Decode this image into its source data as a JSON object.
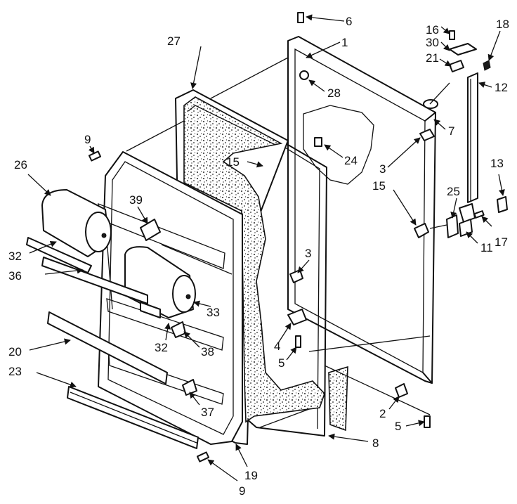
{
  "callouts": [
    {
      "id": "c1",
      "text": "1"
    },
    {
      "id": "c2",
      "text": "2"
    },
    {
      "id": "c3a",
      "text": "3"
    },
    {
      "id": "c3b",
      "text": "3"
    },
    {
      "id": "c4",
      "text": "4"
    },
    {
      "id": "c5a",
      "text": "5"
    },
    {
      "id": "c5b",
      "text": "5"
    },
    {
      "id": "c6",
      "text": "6"
    },
    {
      "id": "c7",
      "text": "7"
    },
    {
      "id": "c8",
      "text": "8"
    },
    {
      "id": "c9a",
      "text": "9"
    },
    {
      "id": "c9b",
      "text": "9"
    },
    {
      "id": "c11",
      "text": "11"
    },
    {
      "id": "c12",
      "text": "12"
    },
    {
      "id": "c13",
      "text": "13"
    },
    {
      "id": "c15a",
      "text": "15"
    },
    {
      "id": "c15b",
      "text": "15"
    },
    {
      "id": "c16",
      "text": "16"
    },
    {
      "id": "c17",
      "text": "17"
    },
    {
      "id": "c18",
      "text": "18"
    },
    {
      "id": "c19",
      "text": "19"
    },
    {
      "id": "c20",
      "text": "20"
    },
    {
      "id": "c21",
      "text": "21"
    },
    {
      "id": "c23",
      "text": "23"
    },
    {
      "id": "c24",
      "text": "24"
    },
    {
      "id": "c25",
      "text": "25"
    },
    {
      "id": "c26",
      "text": "26"
    },
    {
      "id": "c27",
      "text": "27"
    },
    {
      "id": "c28",
      "text": "28"
    },
    {
      "id": "c30",
      "text": "30"
    },
    {
      "id": "c32a",
      "text": "32"
    },
    {
      "id": "c32b",
      "text": "32"
    },
    {
      "id": "c33",
      "text": "33"
    },
    {
      "id": "c36",
      "text": "36"
    },
    {
      "id": "c37",
      "text": "37"
    },
    {
      "id": "c38",
      "text": "38"
    },
    {
      "id": "c39",
      "text": "39"
    }
  ]
}
